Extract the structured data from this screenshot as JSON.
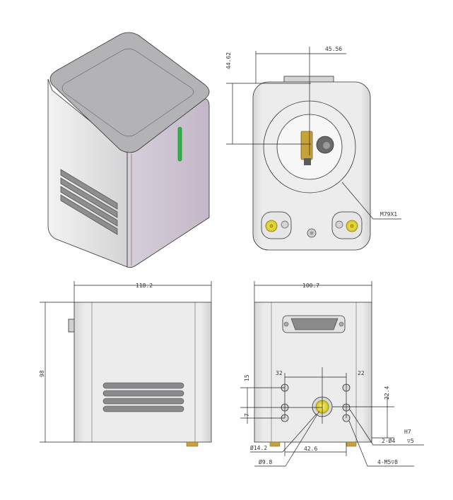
{
  "colors": {
    "body_light": "#ececec",
    "body_mid": "#d9d9db",
    "body_shade": "#bcbcbf",
    "side_panel": "#c8bfcc",
    "top_panel": "#a9a9ab",
    "led": "#2fb24a",
    "connector_yellow": "#e8dc2a",
    "connector_brass": "#c7a23a",
    "line": "#222222"
  },
  "icons": [
    "led-indicator-icon",
    "db25-connector-icon",
    "smb-connector-icon",
    "screw-hole-icon"
  ],
  "views": {
    "front": {
      "width_dim": "45.56",
      "height_dim": "44.62",
      "thread_label": "M79X1"
    },
    "side": {
      "width_dim": "118.2",
      "height_dim": "98"
    },
    "rear": {
      "width_dim": "100.7",
      "dim_left_spacing": "32",
      "dim_right_spacing": "22",
      "dim_vert_15": "15",
      "dim_vert_7": "7",
      "dim_22_4": "22.4",
      "dim_42_6": "42.6",
      "pin_hole_label": "2-Ø4",
      "pin_depth_label": "▽5",
      "fit_label": "H7",
      "dia_14_2": "Ø14.2",
      "dia_9_8": "Ø9.8",
      "thread_holes_label": "4-M5▽8"
    }
  }
}
